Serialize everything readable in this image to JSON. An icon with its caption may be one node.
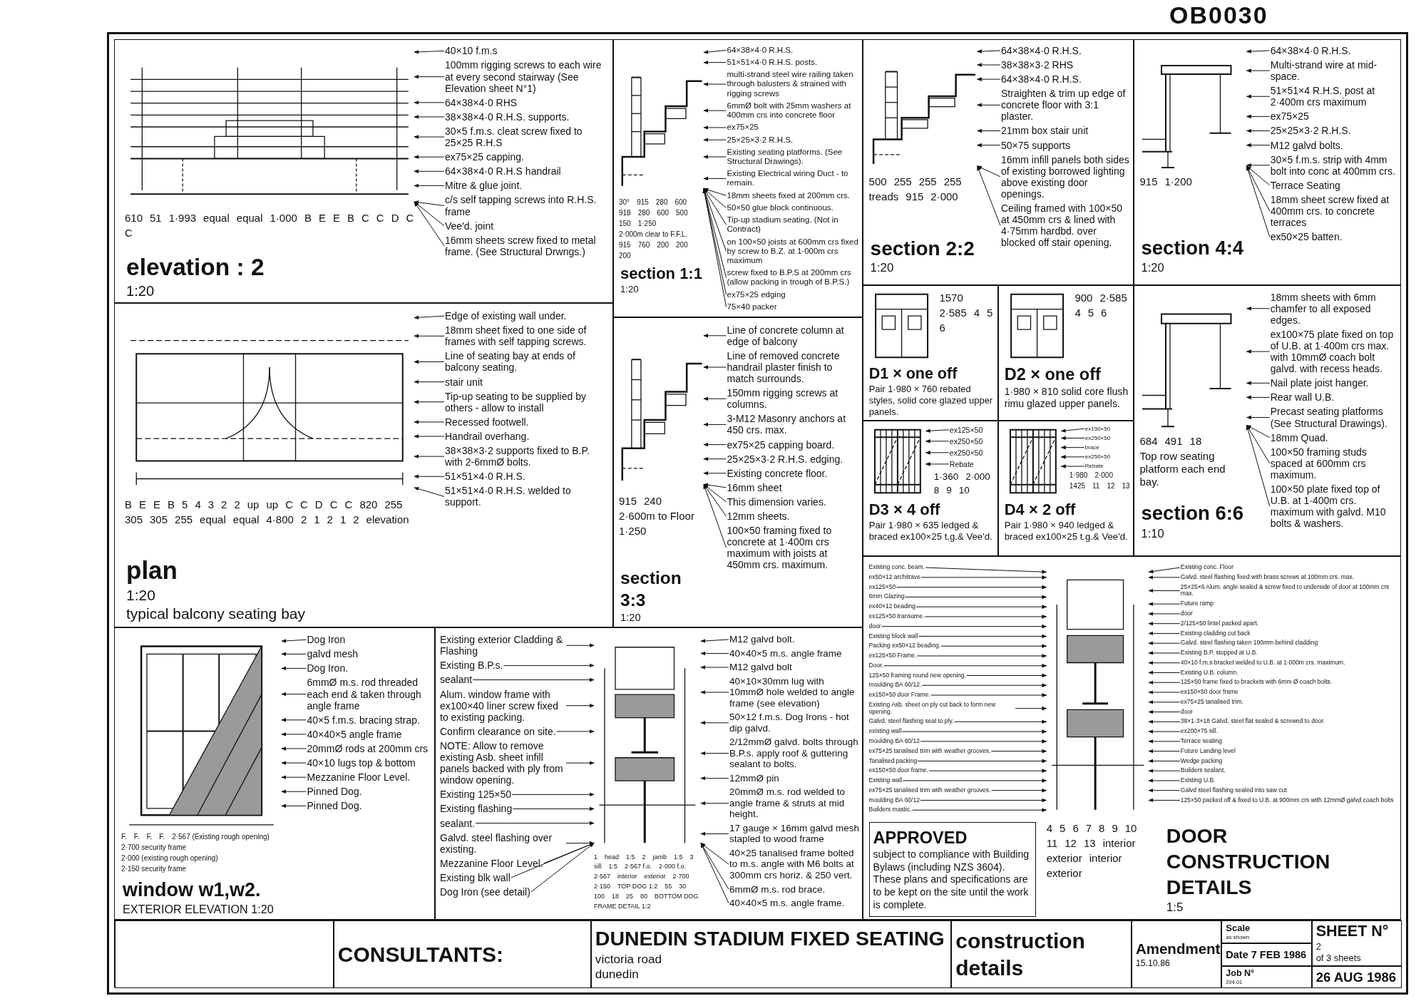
{
  "diagram": {
    "nodes": [
      {
        "text": [
          "elevation : 2",
          "1:20"
        ]
      },
      {
        "text": [
          "40×10 f.m.s"
        ],
        "in": 0
      },
      {
        "text": [
          "100mm rigging screws to each wire at every second stairway (See Elevation sheet N°1)"
        ],
        "in": 0
      },
      {
        "text": [
          "64×38×4·0 RHS"
        ],
        "in": 0
      },
      {
        "text": [
          "38×38×4·0 R.H.S. supports."
        ],
        "in": 0
      },
      {
        "text": [
          "30×5 f.m.s. cleat screw fixed to 25×25 R.H.S"
        ],
        "in": 0
      },
      {
        "text": [
          "ex75×25 capping."
        ],
        "in": 0
      },
      {
        "text": [
          "64×38×4·0 R.H.S handrail"
        ],
        "in": 0
      },
      {
        "text": [
          "Mitre & glue joint."
        ],
        "in": 0
      },
      {
        "text": [
          "c/s self tapping screws into R.H.S. frame"
        ],
        "in": 0
      },
      {
        "text": [
          "Vee'd. joint"
        ],
        "in": 0
      },
      {
        "text": [
          "16mm sheets screw fixed to metal frame. (See Structural Drwngs.)"
        ],
        "in": 0
      },
      {
        "text": [
          "plan",
          "1:20",
          "typical balcony seating bay"
        ]
      },
      {
        "text": [
          "Edge of existing wall under."
        ],
        "in": 12
      },
      {
        "text": [
          "18mm sheet fixed to one side of frames with self tapping screws."
        ],
        "in": 12
      },
      {
        "text": [
          "Line of seating bay at ends of balcony seating."
        ],
        "in": 12
      },
      {
        "text": [
          "stair unit"
        ],
        "in": 12
      },
      {
        "text": [
          "Tip-up seating to be supplied by others - allow to install"
        ],
        "in": 12
      },
      {
        "text": [
          "Recessed footwell."
        ],
        "in": 12
      },
      {
        "text": [
          "Handrail overhang."
        ],
        "in": 12
      },
      {
        "text": [
          "38×38×3·2 supports fixed to B.P. with 2-6mmØ bolts."
        ],
        "in": 12
      },
      {
        "text": [
          "51×51×4·0 R.H.S."
        ],
        "in": 12
      },
      {
        "text": [
          "51×51×4·0 R.H.S. welded to support."
        ],
        "in": 12
      },
      {
        "text": [
          "section 1:1",
          "1:20"
        ]
      },
      {
        "text": [
          "64×38×4·0 R.H.S."
        ],
        "in": 23
      },
      {
        "text": [
          "51×51×4·0 R.H.S. posts."
        ],
        "in": 23
      },
      {
        "text": [
          "multi-strand steel wire railing taken through balusters & strained with rigging screws"
        ],
        "in": 23
      },
      {
        "text": [
          "6mmØ bolt with 25mm washers at 400mm crs into concrete floor"
        ],
        "in": 23
      },
      {
        "text": [
          "ex75×25"
        ],
        "in": 23
      },
      {
        "text": [
          "25×25×3·2 R.H.S."
        ],
        "in": 23
      },
      {
        "text": [
          "Existing seating platforms. (See Structural Drawings)."
        ],
        "in": 23
      },
      {
        "text": [
          "Existing Electrical wiring Duct - to remain."
        ],
        "in": 23
      },
      {
        "text": [
          "18mm sheets fixed at 200mm crs."
        ],
        "in": 23
      },
      {
        "text": [
          "50×50 glue block continuous."
        ],
        "in": 23
      },
      {
        "text": [
          "Tip-up stadium seating. (Not in Contract)"
        ],
        "in": 23
      },
      {
        "text": [
          "on 100×50 joists at 600mm crs fixed by screw to B.Z. at 1·000m crs maximum"
        ],
        "in": 23
      },
      {
        "text": [
          "screw fixed to B.P.S at 200mm crs (allow packing in trough of B.P.S.)"
        ],
        "in": 23
      },
      {
        "text": [
          "ex75×25 edging"
        ],
        "in": 23
      },
      {
        "text": [
          "75×40 packer"
        ],
        "in": 23
      },
      {
        "text": [
          "section 3:3",
          "1:20"
        ]
      },
      {
        "text": [
          "Line of concrete column at edge of balcony"
        ],
        "in": 39
      },
      {
        "text": [
          "Line of removed concrete handrail plaster finish to match surrounds."
        ],
        "in": 39
      },
      {
        "text": [
          "150mm rigging screws at columns."
        ],
        "in": 39
      },
      {
        "text": [
          "3-M12 Masonry anchors at 450 crs. max."
        ],
        "in": 39
      },
      {
        "text": [
          "ex75×25 capping board."
        ],
        "in": 39
      },
      {
        "text": [
          "25×25×3·2 R.H.S. edging."
        ],
        "in": 39
      },
      {
        "text": [
          "Existing concrete floor."
        ],
        "in": 39
      },
      {
        "text": [
          "16mm sheet"
        ],
        "in": 39
      },
      {
        "text": [
          "This dimension varies."
        ],
        "in": 39
      },
      {
        "text": [
          "12mm sheets."
        ],
        "in": 39
      },
      {
        "text": [
          "100×50 framing fixed to concrete at 1·400m crs maximum with joists at 450mm crs. maximum."
        ],
        "in": 39
      },
      {
        "text": [
          "section 2:2",
          "1:20"
        ]
      },
      {
        "text": [
          "64×38×4·0 R.H.S."
        ],
        "in": 51
      },
      {
        "text": [
          "38×38×3·2 RHS"
        ],
        "in": 51
      },
      {
        "text": [
          "64×38×4·0 R.H.S."
        ],
        "in": 51
      },
      {
        "text": [
          "Straighten & trim up edge of concrete floor with 3:1 plaster."
        ],
        "in": 51
      },
      {
        "text": [
          "21mm box stair unit"
        ],
        "in": 51
      },
      {
        "text": [
          "50×75 supports"
        ],
        "in": 51
      },
      {
        "text": [
          "16mm infill panels both sides of existing borrowed lighting above existing door openings."
        ],
        "in": 51
      },
      {
        "text": [
          "Ceiling framed with 100×50 at 450mm crs & lined with 4·75mm hardbd. over blocked off stair opening."
        ],
        "in": 51
      },
      {
        "text": [
          "section 4:4",
          "1:20"
        ]
      },
      {
        "text": [
          "64×38×4·0 R.H.S."
        ],
        "in": 60
      },
      {
        "text": [
          "Multi-strand wire at mid-space."
        ],
        "in": 60
      },
      {
        "text": [
          "51×51×4 R.H.S. post at 2·400m crs maximum"
        ],
        "in": 60
      },
      {
        "text": [
          "ex75×25"
        ],
        "in": 60
      },
      {
        "text": [
          "25×25×3·2 R.H.S."
        ],
        "in": 60
      },
      {
        "text": [
          "M12 galvd bolts."
        ],
        "in": 60
      },
      {
        "text": [
          "30×5 f.m.s. strip with 4mm bolt into conc at 400mm crs."
        ],
        "in": 60
      },
      {
        "text": [
          "Terrace Seating"
        ],
        "in": 60
      },
      {
        "text": [
          "18mm sheet screw fixed at 400mm crs. to concrete terraces"
        ],
        "in": 60
      },
      {
        "text": [
          "ex50×25 batten."
        ],
        "in": 60
      },
      {
        "text": [
          "D1 × one off",
          "Pair 1·980 × 760 rebated styles, solid core glazed upper panels."
        ]
      },
      {
        "text": [
          "D2 × one off",
          "1·980 × 810 solid core flush rimu glazed upper panels."
        ]
      },
      {
        "text": [
          "D3 × 4 off",
          "Pair 1·980 × 635 ledged & braced ex100×25 t.g.& Vee'd."
        ]
      },
      {
        "text": [
          "ex125×50"
        ],
        "in": 73
      },
      {
        "text": [
          "ex250×50"
        ],
        "in": 73
      },
      {
        "text": [
          "ex250×50"
        ],
        "in": 73
      },
      {
        "text": [
          "Rebate"
        ],
        "in": 73
      },
      {
        "text": [
          "D4 × 2 off",
          "Pair 1·980 × 940 ledged & braced ex100×25 t.g.& Vee'd."
        ]
      },
      {
        "text": [
          "ex150×50"
        ],
        "in": 78
      },
      {
        "text": [
          "ex250×50"
        ],
        "in": 78
      },
      {
        "text": [
          "brace"
        ],
        "in": 78
      },
      {
        "text": [
          "ex250×50"
        ],
        "in": 78
      },
      {
        "text": [
          "Rebate"
        ],
        "in": 78
      },
      {
        "text": [
          "section 6:6",
          "1:10"
        ]
      },
      {
        "text": [
          "18mm sheets with 6mm chamfer to all exposed edges."
        ],
        "in": 84
      },
      {
        "text": [
          "ex100×75 plate fixed on top of U.B. at 1·400m crs max. with 10mmØ coach bolt galvd. with recess heads."
        ],
        "in": 84
      },
      {
        "text": [
          "Nail plate joist hanger."
        ],
        "in": 84
      },
      {
        "text": [
          "Rear wall U.B."
        ],
        "in": 84
      },
      {
        "text": [
          "Precast seating platforms (See Structural Drawings)."
        ],
        "in": 84
      },
      {
        "text": [
          "18mm Quad."
        ],
        "in": 84
      },
      {
        "text": [
          "100×50 framing studs spaced at 600mm crs maximum."
        ],
        "in": 84
      },
      {
        "text": [
          "100×50 plate fixed top of U.B. at 1·400m crs. maximum with galvd. M10 bolts & washers."
        ],
        "in": 84
      },
      {
        "text": [
          "window w1,w2.",
          "EXTERIOR ELEVATION 1:20"
        ]
      },
      {
        "text": [
          "Dog Iron"
        ],
        "in": 93
      },
      {
        "text": [
          "galvd mesh"
        ],
        "in": 93
      },
      {
        "text": [
          "Dog Iron."
        ],
        "in": 93
      },
      {
        "text": [
          "6mmØ m.s. rod threaded each end & taken through angle frame"
        ],
        "in": 93
      },
      {
        "text": [
          "40×5 f.m.s. bracing strap."
        ],
        "in": 93
      },
      {
        "text": [
          "40×40×5 angle frame"
        ],
        "in": 93
      },
      {
        "text": [
          "20mmØ rods at 200mm crs"
        ],
        "in": 93
      },
      {
        "text": [
          "40×10 lugs top & bottom"
        ],
        "in": 93
      },
      {
        "text": [
          "Mezzanine Floor Level."
        ],
        "in": 93
      },
      {
        "text": [
          "Pinned Dog."
        ],
        "in": 93
      },
      {
        "text": [
          "Pinned Dog."
        ],
        "in": 93
      },
      {
        "text": [],
        "shape": "box"
      },
      {
        "text": [
          "Existing exterior Cladding & Flashing"
        ],
        "in": 105
      },
      {
        "text": [
          "Existing B.P.s."
        ],
        "in": 105
      },
      {
        "text": [
          "sealant"
        ],
        "in": 105
      },
      {
        "text": [
          "Alum. window frame with ex100×40 liner screw fixed to existing packing."
        ],
        "in": 105
      },
      {
        "text": [
          "Confirm clearance on site."
        ],
        "in": 105
      },
      {
        "text": [
          "NOTE: Allow to remove existing Asb. sheet infill panels backed with ply from window opening."
        ],
        "in": 105
      },
      {
        "text": [
          "Existing 125×50"
        ],
        "in": 105
      },
      {
        "text": [
          "Existing flashing"
        ],
        "in": 105
      },
      {
        "text": [
          "sealant."
        ],
        "in": 105
      },
      {
        "text": [
          "Galvd. steel flashing over existing."
        ],
        "in": 105
      },
      {
        "text": [
          "Mezzanine Floor Level."
        ],
        "in": 105
      },
      {
        "text": [
          "Existing blk wall"
        ],
        "in": 105
      },
      {
        "text": [
          "Dog Iron (see detail)"
        ],
        "in": 105
      },
      {
        "text": [
          "M12 galvd bolt."
        ],
        "in": 105
      },
      {
        "text": [
          "40×40×5 m.s. angle frame"
        ],
        "in": 105
      },
      {
        "text": [
          "M12 galvd bolt"
        ],
        "in": 105
      },
      {
        "text": [
          "40×10×30mm lug with 10mmØ hole welded to angle frame (see elevation)"
        ],
        "in": 105
      },
      {
        "text": [
          "50×12 f.m.s. Dog Irons - hot dip galvd."
        ],
        "in": 105
      },
      {
        "text": [
          "2/12mmØ galvd. bolts through B.P.s. apply roof & guttering sealant to bolts."
        ],
        "in": 105
      },
      {
        "text": [
          "12mmØ pin"
        ],
        "in": 105
      },
      {
        "text": [
          "20mmØ m.s. rod welded to angle frame & struts at mid height."
        ],
        "in": 105
      },
      {
        "text": [
          "17 gauge × 16mm galvd mesh stapled to wood frame"
        ],
        "in": 105
      },
      {
        "text": [
          "40×25 tanalised frame bolted to m.s. angle with M6 bolts at 300mm crs horiz. & 250 vert."
        ],
        "in": 105
      },
      {
        "text": [
          "6mmØ m.s. rod brace."
        ],
        "in": 105
      },
      {
        "text": [
          "40×40×5 m.s. angle frame."
        ],
        "in": 105
      },
      {
        "text": [
          "DOOR CONSTRUCTION DETAILS",
          "1:5"
        ]
      },
      {
        "text": [
          "Existing conc. beam."
        ],
        "in": 131
      },
      {
        "text": [
          "ex50×12 architrave"
        ],
        "in": 131
      },
      {
        "text": [
          "ex125×50"
        ],
        "in": 131
      },
      {
        "text": [
          "6mm Glazing"
        ],
        "in": 131
      },
      {
        "text": [
          "ex40×12 beading"
        ],
        "in": 131
      },
      {
        "text": [
          "ex125×50 transome."
        ],
        "in": 131
      },
      {
        "text": [
          "door"
        ],
        "in": 131
      },
      {
        "text": [
          "Existing block wall"
        ],
        "in": 131
      },
      {
        "text": [
          "Packing ex50×12 beading."
        ],
        "in": 131
      },
      {
        "text": [
          "ex125×50 Frame."
        ],
        "in": 131
      },
      {
        "text": [
          "Door."
        ],
        "in": 131
      },
      {
        "text": [
          "125×50 framing round new opening."
        ],
        "in": 131
      },
      {
        "text": [
          "moulding BA 60/12."
        ],
        "in": 131
      },
      {
        "text": [
          "ex150×50 door Frame."
        ],
        "in": 131
      },
      {
        "text": [
          "Existing Asb. sheet on ply cut back to form new opening."
        ],
        "in": 131
      },
      {
        "text": [
          "Galvd. steel flashing seal to ply."
        ],
        "in": 131
      },
      {
        "text": [
          "existing wall"
        ],
        "in": 131
      },
      {
        "text": [
          "moulding BA 60/12"
        ],
        "in": 131
      },
      {
        "text": [
          "ex75×25 tanalised trim with weather grooves."
        ],
        "in": 131
      },
      {
        "text": [
          "Tanalised packing"
        ],
        "in": 131
      },
      {
        "text": [
          "ex150×50 door frame."
        ],
        "in": 131
      },
      {
        "text": [
          "Existing wall"
        ],
        "in": 131
      },
      {
        "text": [
          "ex75×25 tanalised trim with weather grooves."
        ],
        "in": 131
      },
      {
        "text": [
          "moulding BA 60/12"
        ],
        "in": 131
      },
      {
        "text": [
          "Builders mastic."
        ],
        "in": 131
      },
      {
        "text": [
          "Existing conc. Floor"
        ],
        "in": 131
      },
      {
        "text": [
          "Galvd. steel flashing fixed with brass screws at 100mm crs. max."
        ],
        "in": 131
      },
      {
        "text": [
          "25×25×6 Alum. angle sealed & screw fixed to underside of door at 100mm crs max."
        ],
        "in": 131
      },
      {
        "text": [
          "Future ramp"
        ],
        "in": 131
      },
      {
        "text": [
          "door"
        ],
        "in": 131
      },
      {
        "text": [
          "2/125×50 lintel packed apart."
        ],
        "in": 131
      },
      {
        "text": [
          "Existing cladding cut back"
        ],
        "in": 131
      },
      {
        "text": [
          "Galvd. steel flashing taken 100mm behind cladding"
        ],
        "in": 131
      },
      {
        "text": [
          "Existing B.P. stopped at U.B."
        ],
        "in": 131
      },
      {
        "text": [
          "40×10 f.m.s bracket welded to U.B. at 1·000m crs. maximum."
        ],
        "in": 131
      },
      {
        "text": [
          "Existing U.B. column."
        ],
        "in": 131
      },
      {
        "text": [
          "125×50 frame fixed to brackets with 6mm Ø coach bolts."
        ],
        "in": 131
      },
      {
        "text": [
          "ex150×50 door frame"
        ],
        "in": 131
      },
      {
        "text": [
          "ex75×25 tanalised trim."
        ],
        "in": 131
      },
      {
        "text": [
          "door"
        ],
        "in": 131
      },
      {
        "text": [
          "38×1·3×18 Galvd. steel flat sealed & screwed to door."
        ],
        "in": 131
      },
      {
        "text": [
          "ex200×75 sill."
        ],
        "in": 131
      },
      {
        "text": [
          "Terrace seating"
        ],
        "in": 131
      },
      {
        "text": [
          "Future Landing level"
        ],
        "in": 131
      },
      {
        "text": [
          "Wedge packing"
        ],
        "in": 131
      },
      {
        "text": [
          "Builders sealant."
        ],
        "in": 131
      },
      {
        "text": [
          "Existing U.B."
        ],
        "in": 131
      },
      {
        "text": [
          "Galvd steel flashing sealed into saw cut"
        ],
        "in": 131
      },
      {
        "text": [
          "125×50 packed off & fixed to U.B. at 900mm crs with 12mmØ galvd coach bolts"
        ],
        "in": 131
      },
      {
        "text": [
          "APPROVED",
          "subject to compliance with Building Bylaws (including NZS 3604).",
          "These plans and specifications are to be kept on the site until the work is complete."
        ],
        "in": 131
      },
      {
        "text": [],
        "shape": "box"
      },
      {
        "text": [],
        "shape": "box",
        "in": 182
      },
      {
        "text": [
          "CONSULTANTS:"
        ],
        "in": 182
      },
      {
        "text": [
          "DUNEDIN STADIUM FIXED SEATING",
          "victoria road",
          "dunedin"
        ],
        "in": 182
      },
      {
        "text": [
          "construction details"
        ],
        "in": 182
      },
      {
        "text": [
          "Amendment",
          "15.10.86"
        ],
        "in": 182
      },
      {
        "text": [
          "Scale",
          "as shown"
        ],
        "in": 182
      },
      {
        "text": [
          "Date 7 FEB 1986"
        ],
        "in": 182
      },
      {
        "text": [
          "Job N°",
          "204.01"
        ],
        "in": 182
      },
      {
        "text": [
          "SHEET N°",
          "2",
          "of 3 sheets"
        ],
        "in": 182
      },
      {
        "text": [
          "26 AUG 1986"
        ],
        "in": 182
      },
      {
        "text": [],
        "shape": "picture",
        "in": 0
      },
      {
        "text": [],
        "shape": "picture",
        "in": 12
      },
      {
        "text": [],
        "shape": "picture",
        "in": 23
      },
      {
        "text": [],
        "shape": "picture",
        "in": 39
      },
      {
        "text": [],
        "shape": "picture",
        "in": 51
      },
      {
        "text": [],
        "shape": "picture",
        "in": 60
      },
      {
        "text": [],
        "shape": "picture",
        "in": 71
      },
      {
        "text": [],
        "shape": "picture",
        "in": 72
      },
      {
        "text": [],
        "shape": "picture",
        "in": 73
      },
      {
        "text": [],
        "shape": "picture",
        "in": 78
      },
      {
        "text": [],
        "shape": "picture",
        "in": 84
      },
      {
        "text": [],
        "shape": "picture",
        "in": 93
      },
      {
        "text": [],
        "shape": "picture",
        "in": 105
      },
      {
        "text": [],
        "shape": "picture",
        "in": 131
      }
    ],
    "edges": [
      {
        "from": 1,
        "to": 193,
        "arrow": "to"
      },
      {
        "from": 2,
        "to": 193,
        "arrow": "to"
      },
      {
        "from": 3,
        "to": 193,
        "arrow": "to"
      },
      {
        "from": 4,
        "to": 193,
        "arrow": "to"
      },
      {
        "from": 5,
        "to": 193,
        "arrow": "to"
      },
      {
        "from": 6,
        "to": 193,
        "arrow": "to"
      },
      {
        "from": 7,
        "to": 193,
        "arrow": "to"
      },
      {
        "from": 8,
        "to": 193,
        "arrow": "to"
      },
      {
        "from": 9,
        "to": 193,
        "arrow": "to"
      },
      {
        "from": 10,
        "to": 193,
        "arrow": "to"
      },
      {
        "from": 11,
        "to": 193,
        "arrow": "to"
      },
      {
        "from": 13,
        "to": 194,
        "arrow": "to"
      },
      {
        "from": 14,
        "to": 194,
        "arrow": "to"
      },
      {
        "from": 15,
        "to": 194,
        "arrow": "to"
      },
      {
        "from": 16,
        "to": 194,
        "arrow": "to"
      },
      {
        "from": 17,
        "to": 194,
        "arrow": "to"
      },
      {
        "from": 18,
        "to": 194,
        "arrow": "to"
      },
      {
        "from": 19,
        "to": 194,
        "arrow": "to"
      },
      {
        "from": 20,
        "to": 194,
        "arrow": "to"
      },
      {
        "from": 21,
        "to": 194,
        "arrow": "to"
      },
      {
        "from": 22,
        "to": 194,
        "arrow": "to"
      },
      {
        "from": 24,
        "to": 195,
        "arrow": "to"
      },
      {
        "from": 25,
        "to": 195,
        "arrow": "to"
      },
      {
        "from": 26,
        "to": 195,
        "arrow": "to"
      },
      {
        "from": 27,
        "to": 195,
        "arrow": "to"
      },
      {
        "from": 28,
        "to": 195,
        "arrow": "to"
      },
      {
        "from": 29,
        "to": 195,
        "arrow": "to"
      },
      {
        "from": 30,
        "to": 195,
        "arrow": "to"
      },
      {
        "from": 31,
        "to": 195,
        "arrow": "to"
      },
      {
        "from": 32,
        "to": 195,
        "arrow": "to"
      },
      {
        "from": 33,
        "to": 195,
        "arrow": "to"
      },
      {
        "from": 34,
        "to": 195,
        "arrow": "to"
      },
      {
        "from": 35,
        "to": 195,
        "arrow": "to"
      },
      {
        "from": 36,
        "to": 195,
        "arrow": "to"
      },
      {
        "from": 37,
        "to": 195,
        "arrow": "to"
      },
      {
        "from": 38,
        "to": 195,
        "arrow": "to"
      },
      {
        "from": 40,
        "to": 196,
        "arrow": "to"
      },
      {
        "from": 41,
        "to": 196,
        "arrow": "to"
      },
      {
        "from": 42,
        "to": 196,
        "arrow": "to"
      },
      {
        "from": 43,
        "to": 196,
        "arrow": "to"
      },
      {
        "from": 44,
        "to": 196,
        "arrow": "to"
      },
      {
        "from": 45,
        "to": 196,
        "arrow": "to"
      },
      {
        "from": 46,
        "to": 196,
        "arrow": "to"
      },
      {
        "from": 47,
        "to": 196,
        "arrow": "to"
      },
      {
        "from": 48,
        "to": 196,
        "arrow": "to"
      },
      {
        "from": 49,
        "to": 196,
        "arrow": "to"
      },
      {
        "from": 50,
        "to": 196,
        "arrow": "to"
      },
      {
        "from": 52,
        "to": 197,
        "arrow": "to"
      },
      {
        "from": 53,
        "to": 197,
        "arrow": "to"
      },
      {
        "from": 54,
        "to": 197,
        "arrow": "to"
      },
      {
        "from": 55,
        "to": 197,
        "arrow": "to"
      },
      {
        "from": 56,
        "to": 197,
        "arrow": "to"
      },
      {
        "from": 57,
        "to": 197,
        "arrow": "to"
      },
      {
        "from": 58,
        "to": 197,
        "arrow": "to"
      },
      {
        "from": 59,
        "to": 197,
        "arrow": "to"
      },
      {
        "from": 61,
        "to": 198,
        "arrow": "to"
      },
      {
        "from": 62,
        "to": 198,
        "arrow": "to"
      },
      {
        "from": 63,
        "to": 198,
        "arrow": "to"
      },
      {
        "from": 64,
        "to": 198,
        "arrow": "to"
      },
      {
        "from": 65,
        "to": 198,
        "arrow": "to"
      },
      {
        "from": 66,
        "to": 198,
        "arrow": "to"
      },
      {
        "from": 67,
        "to": 198,
        "arrow": "to"
      },
      {
        "from": 68,
        "to": 198,
        "arrow": "to"
      },
      {
        "from": 69,
        "to": 198,
        "arrow": "to"
      },
      {
        "from": 70,
        "to": 198,
        "arrow": "to"
      },
      {
        "from": 74,
        "to": 201,
        "arrow": "to"
      },
      {
        "from": 75,
        "to": 201,
        "arrow": "to"
      },
      {
        "from": 76,
        "to": 201,
        "arrow": "to"
      },
      {
        "from": 77,
        "to": 201,
        "arrow": "to"
      },
      {
        "from": 79,
        "to": 202,
        "arrow": "to"
      },
      {
        "from": 80,
        "to": 202,
        "arrow": "to"
      },
      {
        "from": 81,
        "to": 202,
        "arrow": "to"
      },
      {
        "from": 82,
        "to": 202,
        "arrow": "to"
      },
      {
        "from": 83,
        "to": 202,
        "arrow": "to"
      },
      {
        "from": 85,
        "to": 203,
        "arrow": "to"
      },
      {
        "from": 86,
        "to": 203,
        "arrow": "to"
      },
      {
        "from": 87,
        "to": 203,
        "arrow": "to"
      },
      {
        "from": 88,
        "to": 203,
        "arrow": "to"
      },
      {
        "from": 89,
        "to": 203,
        "arrow": "to"
      },
      {
        "from": 90,
        "to": 203,
        "arrow": "to"
      },
      {
        "from": 91,
        "to": 203,
        "arrow": "to"
      },
      {
        "from": 92,
        "to": 203,
        "arrow": "to"
      },
      {
        "from": 94,
        "to": 204,
        "arrow": "to"
      },
      {
        "from": 95,
        "to": 204,
        "arrow": "to"
      },
      {
        "from": 96,
        "to": 204,
        "arrow": "to"
      },
      {
        "from": 97,
        "to": 204,
        "arrow": "to"
      },
      {
        "from": 98,
        "to": 204,
        "arrow": "to"
      },
      {
        "from": 99,
        "to": 204,
        "arrow": "to"
      },
      {
        "from": 100,
        "to": 204,
        "arrow": "to"
      },
      {
        "from": 101,
        "to": 204,
        "arrow": "to"
      },
      {
        "from": 102,
        "to": 204,
        "arrow": "to"
      },
      {
        "from": 103,
        "to": 204,
        "arrow": "to"
      },
      {
        "from": 104,
        "to": 204,
        "arrow": "to"
      },
      {
        "from": 106,
        "to": 205,
        "arrow": "to"
      },
      {
        "from": 107,
        "to": 205,
        "arrow": "to"
      },
      {
        "from": 108,
        "to": 205,
        "arrow": "to"
      },
      {
        "from": 109,
        "to": 205,
        "arrow": "to"
      },
      {
        "from": 110,
        "to": 205,
        "arrow": "to"
      },
      {
        "from": 111,
        "to": 205,
        "arrow": "to"
      },
      {
        "from": 112,
        "to": 205,
        "arrow": "to"
      },
      {
        "from": 113,
        "to": 205,
        "arrow": "to"
      },
      {
        "from": 114,
        "to": 205,
        "arrow": "to"
      },
      {
        "from": 115,
        "to": 205,
        "arrow": "to"
      },
      {
        "from": 116,
        "to": 205,
        "arrow": "to"
      },
      {
        "from": 117,
        "to": 205,
        "arrow": "to"
      },
      {
        "from": 118,
        "to": 205,
        "arrow": "to"
      },
      {
        "from": 119,
        "to": 205,
        "arrow": "to"
      },
      {
        "from": 120,
        "to": 205,
        "arrow": "to"
      },
      {
        "from": 121,
        "to": 205,
        "arrow": "to"
      },
      {
        "from": 122,
        "to": 205,
        "arrow": "to"
      },
      {
        "from": 123,
        "to": 205,
        "arrow": "to"
      },
      {
        "from": 124,
        "to": 205,
        "arrow": "to"
      },
      {
        "from": 125,
        "to": 205,
        "arrow": "to"
      },
      {
        "from": 126,
        "to": 205,
        "arrow": "to"
      },
      {
        "from": 127,
        "to": 205,
        "arrow": "to"
      },
      {
        "from": 128,
        "to": 205,
        "arrow": "to"
      },
      {
        "from": 129,
        "to": 205,
        "arrow": "to"
      },
      {
        "from": 130,
        "to": 205,
        "arrow": "to"
      },
      {
        "from": 132,
        "to": 206,
        "arrow": "to"
      },
      {
        "from": 133,
        "to": 206,
        "arrow": "to"
      },
      {
        "from": 134,
        "to": 206,
        "arrow": "to"
      },
      {
        "from": 135,
        "to": 206,
        "arrow": "to"
      },
      {
        "from": 136,
        "to": 206,
        "arrow": "to"
      },
      {
        "from": 137,
        "to": 206,
        "arrow": "to"
      },
      {
        "from": 138,
        "to": 206,
        "arrow": "to"
      },
      {
        "from": 139,
        "to": 206,
        "arrow": "to"
      },
      {
        "from": 140,
        "to": 206,
        "arrow": "to"
      },
      {
        "from": 141,
        "to": 206,
        "arrow": "to"
      },
      {
        "from": 142,
        "to": 206,
        "arrow": "to"
      },
      {
        "from": 143,
        "to": 206,
        "arrow": "to"
      },
      {
        "from": 144,
        "to": 206,
        "arrow": "to"
      },
      {
        "from": 145,
        "to": 206,
        "arrow": "to"
      },
      {
        "from": 146,
        "to": 206,
        "arrow": "to"
      },
      {
        "from": 147,
        "to": 206,
        "arrow": "to"
      },
      {
        "from": 148,
        "to": 206,
        "arrow": "to"
      },
      {
        "from": 149,
        "to": 206,
        "arrow": "to"
      },
      {
        "from": 150,
        "to": 206,
        "arrow": "to"
      },
      {
        "from": 151,
        "to": 206,
        "arrow": "to"
      },
      {
        "from": 152,
        "to": 206,
        "arrow": "to"
      },
      {
        "from": 153,
        "to": 206,
        "arrow": "to"
      },
      {
        "from": 154,
        "to": 206,
        "arrow": "to"
      },
      {
        "from": 155,
        "to": 206,
        "arrow": "to"
      },
      {
        "from": 156,
        "to": 206,
        "arrow": "to"
      },
      {
        "from": 157,
        "to": 206,
        "arrow": "to"
      },
      {
        "from": 158,
        "to": 206,
        "arrow": "to"
      },
      {
        "from": 159,
        "to": 206,
        "arrow": "to"
      },
      {
        "from": 160,
        "to": 206,
        "arrow": "to"
      },
      {
        "from": 161,
        "to": 206,
        "arrow": "to"
      },
      {
        "from": 162,
        "to": 206,
        "arrow": "to"
      },
      {
        "from": 163,
        "to": 206,
        "arrow": "to"
      },
      {
        "from": 164,
        "to": 206,
        "arrow": "to"
      },
      {
        "from": 165,
        "to": 206,
        "arrow": "to"
      },
      {
        "from": 166,
        "to": 206,
        "arrow": "to"
      },
      {
        "from": 167,
        "to": 206,
        "arrow": "to"
      },
      {
        "from": 168,
        "to": 206,
        "arrow": "to"
      },
      {
        "from": 169,
        "to": 206,
        "arrow": "to"
      },
      {
        "from": 170,
        "to": 206,
        "arrow": "to"
      },
      {
        "from": 171,
        "to": 206,
        "arrow": "to"
      },
      {
        "from": 172,
        "to": 206,
        "arrow": "to"
      },
      {
        "from": 173,
        "to": 206,
        "arrow": "to"
      },
      {
        "from": 174,
        "to": 206,
        "arrow": "to"
      },
      {
        "from": 175,
        "to": 206,
        "arrow": "to"
      },
      {
        "from": 176,
        "to": 206,
        "arrow": "to"
      },
      {
        "from": 177,
        "to": 206,
        "arrow": "to"
      },
      {
        "from": 178,
        "to": 206,
        "arrow": "to"
      },
      {
        "from": 179,
        "to": 206,
        "arrow": "to"
      },
      {
        "from": 180,
        "to": 206,
        "arrow": "to"
      }
    ],
    "labels": [
      "OB0030",
      "610",
      "51",
      "1·993",
      "equal",
      "equal",
      "1·000",
      "B",
      "E",
      "E",
      "B",
      "C",
      "C",
      "D",
      "C",
      "C",
      "B",
      "E",
      "E",
      "B",
      "5",
      "4",
      "3",
      "2",
      "2",
      "up",
      "up",
      "C",
      "C",
      "D",
      "C",
      "C",
      "820",
      "255",
      "305",
      "305",
      "255",
      "equal",
      "equal",
      "4·800",
      "2",
      "1",
      "2",
      "1",
      "2",
      "elevation",
      "30°",
      "915",
      "280",
      "600",
      "918",
      "280",
      "600",
      "500",
      "150",
      "1·250",
      "2·000m clear to F.F.L.",
      "915",
      "760",
      "200",
      "200",
      "200",
      "915",
      "240",
      "2·600m to Floor",
      "1·250",
      "500",
      "255",
      "255",
      "255",
      "treads",
      "915",
      "2·000",
      "915",
      "1·200",
      "1570",
      "2·585",
      "4",
      "5",
      "6",
      "900",
      "2·585",
      "4",
      "5",
      "6",
      "1·360",
      "2·000",
      "8",
      "9",
      "10",
      "1·980",
      "2·000",
      "1425",
      "11",
      "12",
      "13",
      "684",
      "491",
      "18",
      "Top row seating platform each end bay.",
      "F.",
      "F.",
      "F.",
      "F.",
      "2·567 (Existing rough opening)",
      "2·700 security frame",
      "2·000 (existing rough opening)",
      "2·150 security frame",
      "1",
      "head",
      "1:5",
      "2",
      "jamb",
      "1:5",
      "3",
      "sill",
      "1:5",
      "2·567 f.o.",
      "2·000 f.o.",
      "2·567",
      "interior",
      "exterior",
      "2·700",
      "2·150",
      "TOP DOG 1:2",
      "55",
      "30",
      "100",
      "18",
      "25",
      "80",
      "BOTTOM DOG",
      "FRAME DETAIL 1:2",
      "4",
      "5",
      "6",
      "7",
      "8",
      "9",
      "10",
      "11",
      "12",
      "13",
      "interior",
      "exterior",
      "interior",
      "exterior"
    ]
  }
}
